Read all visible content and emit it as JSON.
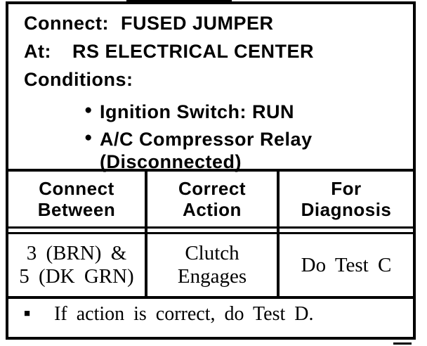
{
  "diagnostic_card": {
    "setup": {
      "connect_label": "Connect:",
      "connect_value": "FUSED JUMPER",
      "at_label": "At:",
      "at_value": "RS ELECTRICAL CENTER",
      "conditions_label": "Conditions:",
      "conditions": [
        {
          "text": "Ignition Switch: RUN"
        },
        {
          "text": "A/C Compressor Relay\n(Disconnected)"
        }
      ]
    },
    "table": {
      "columns": [
        {
          "header": "Connect\nBetween"
        },
        {
          "header": "Correct\nAction"
        },
        {
          "header": "For\nDiagnosis"
        }
      ],
      "rows": [
        {
          "connect_between": "3 (BRN) &\n5 (DK GRN)",
          "correct_action": "Clutch\nEngages",
          "for_diagnosis": "Do Test C"
        }
      ]
    },
    "footnote": "If action is correct, do Test D.",
    "icons": {
      "bullet_round": "●",
      "bullet_square": "■"
    },
    "colors": {
      "ink": "#000000",
      "paper": "#ffffff"
    }
  }
}
